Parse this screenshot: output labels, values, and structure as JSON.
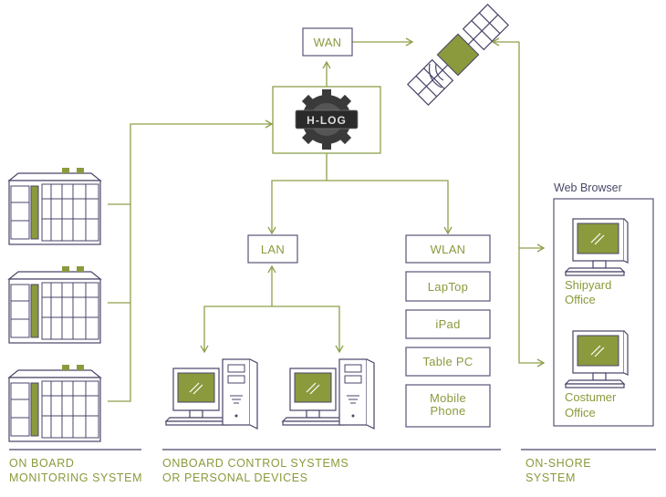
{
  "nodes": {
    "wan": "WAN",
    "hlog": "H-LOG",
    "lan": "LAN",
    "wlan": "WLAN",
    "laptop": "LapTop",
    "ipad": "iPad",
    "tablepc": "Table PC",
    "mobile_line1": "Mobile",
    "mobile_line2": "Phone"
  },
  "web_browser": {
    "title": "Web Browser",
    "shipyard_line1": "Shipyard",
    "shipyard_line2": "Office",
    "costumer_line1": "Costumer",
    "costumer_line2": "Office"
  },
  "sections": {
    "onboard_monitoring_line1": "ON BOARD",
    "onboard_monitoring_line2": "MONITORING SYSTEM",
    "onboard_control_line1": "ONBOARD CONTROL SYSTEMS",
    "onboard_control_line2": "OR PERSONAL DEVICES",
    "onshore_line1": "ON-SHORE",
    "onshore_line2": "SYSTEM"
  },
  "colors": {
    "accent": "#8a9a3c",
    "line": "#8da04a",
    "outline": "#4a4468"
  }
}
